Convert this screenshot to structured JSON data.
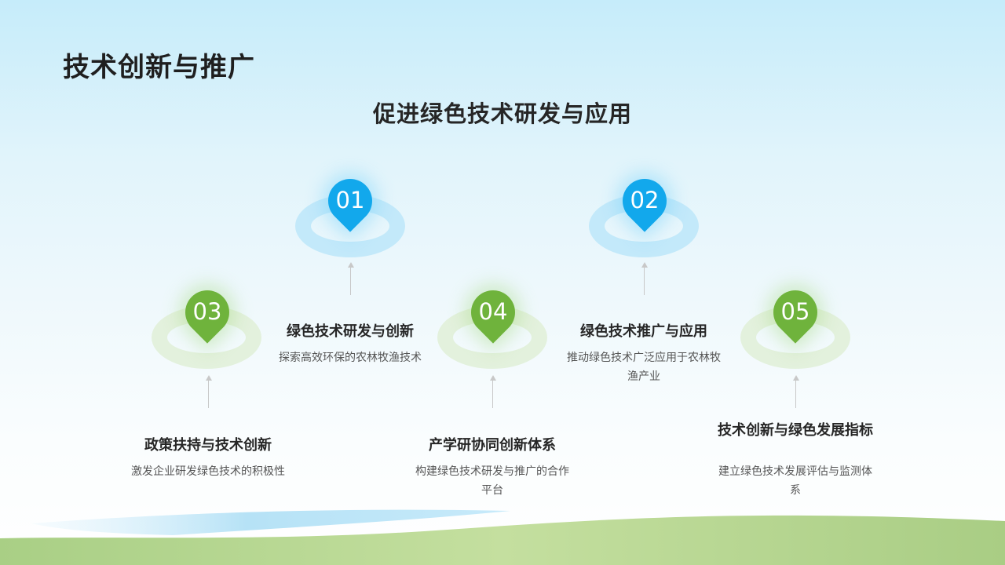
{
  "page": {
    "title": "技术创新与推广",
    "subtitle": "促进绿色技术研发与应用"
  },
  "colors": {
    "blue": "#12a8ec",
    "green": "#6fb33c"
  },
  "items": [
    {
      "number": "01",
      "color": "blue",
      "title": "绿色技术研发与创新",
      "desc": "探索高效环保的农林牧渔技术"
    },
    {
      "number": "02",
      "color": "blue",
      "title": "绿色技术推广与应用",
      "desc": "推动绿色技术广泛应用于农林牧渔产业"
    },
    {
      "number": "03",
      "color": "green",
      "title": "政策扶持与技术创新",
      "desc": "激发企业研发绿色技术的积极性"
    },
    {
      "number": "04",
      "color": "green",
      "title": "产学研协同创新体系",
      "desc": "构建绿色技术研发与推广的合作平台"
    },
    {
      "number": "05",
      "color": "green",
      "title": "技术创新与绿色发展指标",
      "desc": "建立绿色技术发展评估与监测体系"
    }
  ]
}
